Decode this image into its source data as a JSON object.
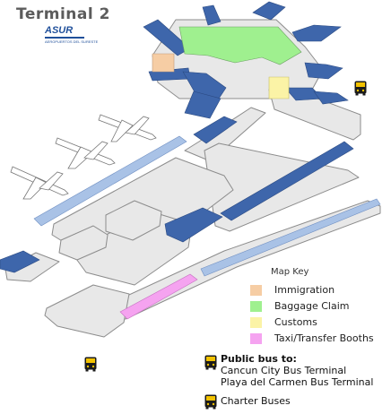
{
  "map": {
    "title": "Terminal 2",
    "logo_text": "ASUR",
    "logo_subtext": "AEROPUERTOS DEL SURESTE"
  },
  "legend": {
    "title": "Map Key",
    "items": [
      {
        "label": "Immigration",
        "color": "#f6cda4"
      },
      {
        "label": "Baggage Claim",
        "color": "#9ff08f"
      },
      {
        "label": "Customs",
        "color": "#fbf3a6"
      },
      {
        "label": "Taxi/Transfer Booths",
        "color": "#f5a3f0"
      }
    ]
  },
  "public_bus": {
    "header": "Public bus to:",
    "destinations": [
      "Cancun City Bus Terminal",
      "Playa del Carmen Bus Terminal"
    ]
  },
  "charter": {
    "label": "Charter Buses"
  },
  "colors": {
    "roof_blue": "#3e66ab",
    "building_gray": "#e8e8e8",
    "outline": "#8c8c8c",
    "bus_yellow": "#f2c200"
  }
}
